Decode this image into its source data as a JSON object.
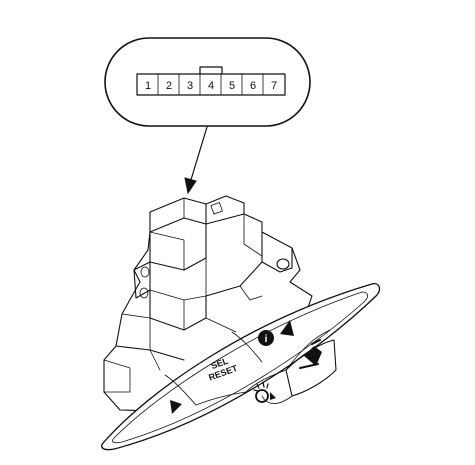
{
  "connector": {
    "pins": [
      "1",
      "2",
      "3",
      "4",
      "5",
      "6",
      "7"
    ]
  },
  "switch": {
    "buttons": [
      {
        "id": "info",
        "label": "i",
        "icon": "info-arrow-up-icon"
      },
      {
        "id": "sel-reset",
        "line1": "SEL",
        "line2": "RESET"
      },
      {
        "id": "down",
        "icon": "triangle-down-icon"
      },
      {
        "id": "dash",
        "icon": "dash-brightness-icon"
      },
      {
        "id": "illum",
        "icon": "illumination-icon"
      }
    ]
  },
  "colors": {
    "line": "#111111",
    "background": "#ffffff"
  }
}
